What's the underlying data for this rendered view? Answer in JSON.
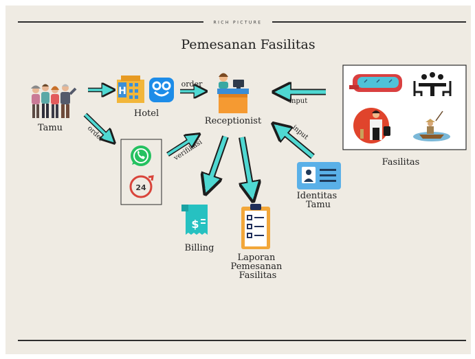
{
  "header": {
    "tag": "RICH PICTURE"
  },
  "diagram": {
    "title": "Pemesanan Fasilitas",
    "nodes": {
      "tamu": "Tamu",
      "hotel": "Hotel",
      "receptionist": "Receptionist",
      "billing": "Billing",
      "laporan": [
        "Laporan",
        "Pemesanan",
        "Fasilitas"
      ],
      "identitas": [
        "Identitas",
        "Tamu"
      ],
      "fasilitas": "Fasilitas"
    },
    "edges": {
      "tamu_hotel": "",
      "hotel_receptionist": "order",
      "tamu_contact": "order",
      "contact_receptionist": "verifikasi",
      "fasilitas_receptionist": "input",
      "identitas_receptionist": "input"
    },
    "colors": {
      "background": "#efebe3",
      "arrow_fill": "#4fd8d2",
      "arrow_stroke": "#1d1d1d",
      "rule": "#2d2d2d"
    }
  }
}
